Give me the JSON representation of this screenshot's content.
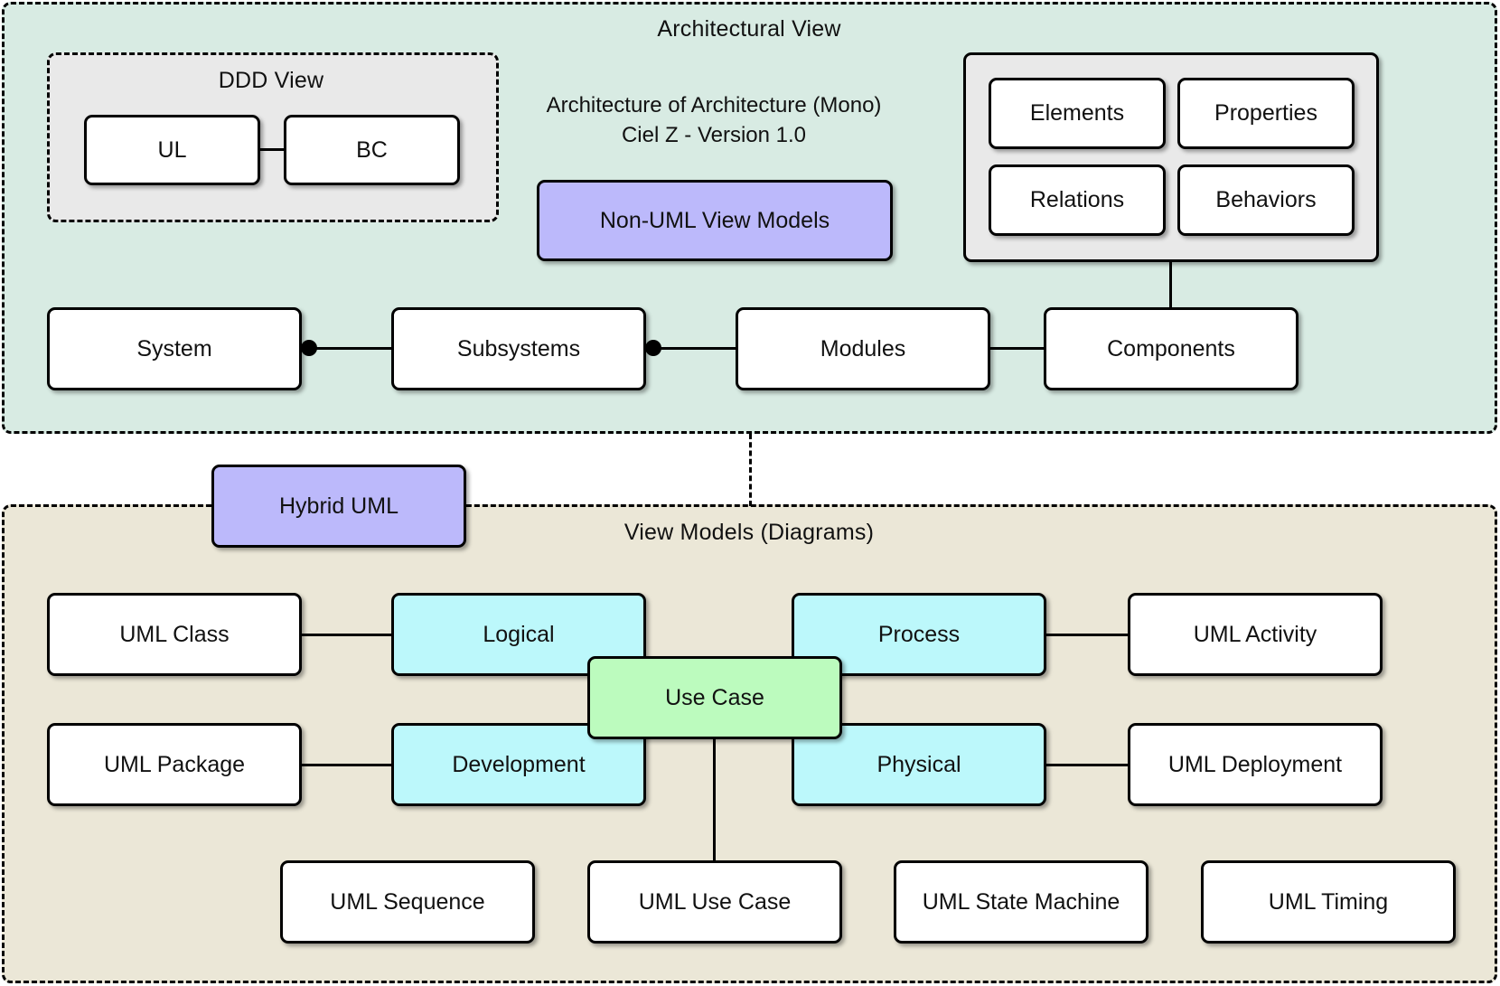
{
  "architectural_view": {
    "title": "Architectural View",
    "subtitle_line1": "Architecture of Architecture (Mono)",
    "subtitle_line2": "Ciel Z - Version 1.0",
    "non_uml_label": "Non-UML View Models",
    "ddd_view": {
      "title": "DDD View",
      "ul_label": "UL",
      "bc_label": "BC"
    },
    "component_parts": {
      "elements": "Elements",
      "properties": "Properties",
      "relations": "Relations",
      "behaviors": "Behaviors"
    },
    "hierarchy": {
      "system": "System",
      "subsystems": "Subsystems",
      "modules": "Modules",
      "components": "Components"
    }
  },
  "view_models": {
    "title": "View Models (Diagrams)",
    "hybrid_label": "Hybrid UML",
    "views": {
      "logical": "Logical",
      "process": "Process",
      "development": "Development",
      "physical": "Physical",
      "use_case": "Use Case"
    },
    "uml": {
      "class": "UML Class",
      "activity": "UML Activity",
      "package": "UML Package",
      "deployment": "UML Deployment",
      "sequence": "UML Sequence",
      "use_case": "UML Use Case",
      "state_machine": "UML State Machine",
      "timing": "UML Timing"
    }
  },
  "colors": {
    "arch_bg": "#d8ebe3",
    "views_bg": "#ebe7d7",
    "purple": "#bcb9fb",
    "cyan": "#bcf8fb",
    "green": "#bcfbbe"
  }
}
